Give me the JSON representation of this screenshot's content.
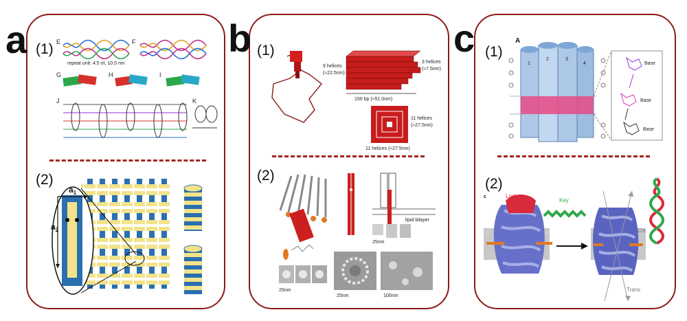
{
  "panels": [
    {
      "letter": "a",
      "sub1": "(1)",
      "sub2": "(2)"
    },
    {
      "letter": "b",
      "sub1": "(1)",
      "sub2": "(2)"
    },
    {
      "letter": "c",
      "sub1": "(1)",
      "sub2": "(2)"
    }
  ],
  "a1": {
    "labels": [
      "E",
      "F",
      "G",
      "H",
      "I",
      "J",
      "K"
    ],
    "repeat_text": "repeat unit: 4.5 nt, 10.5 nm"
  },
  "a2": {
    "label_a1": "a",
    "sub_a1": "1",
    "label_a2": "a",
    "sub_a2": "2"
  },
  "b1": {
    "helices_left": "9 helices",
    "helices_left_size": "(≈22.5nm)",
    "helices_right": "3 helices",
    "helices_right_size": "(≈7.5nm)",
    "bp_label": "150 bp (≈51.0nm)",
    "helices11_right": "11 helices",
    "helices11_right_size": "(≈27.5nm)",
    "helices11_bottom": "11 helices (≈27.5nm)"
  },
  "b2": {
    "scale1": "25nm",
    "scale2": "25nm",
    "scale3": "100nm",
    "lipid": "lipid bilayer"
  },
  "c1": {
    "label_A": "A",
    "numbers": [
      "1",
      "2",
      "3",
      "4"
    ],
    "base": "Base"
  },
  "c2": {
    "label_c": "c",
    "lock": "Lock",
    "key": "Key",
    "cis": "Cis",
    "trans": "Trans"
  }
}
